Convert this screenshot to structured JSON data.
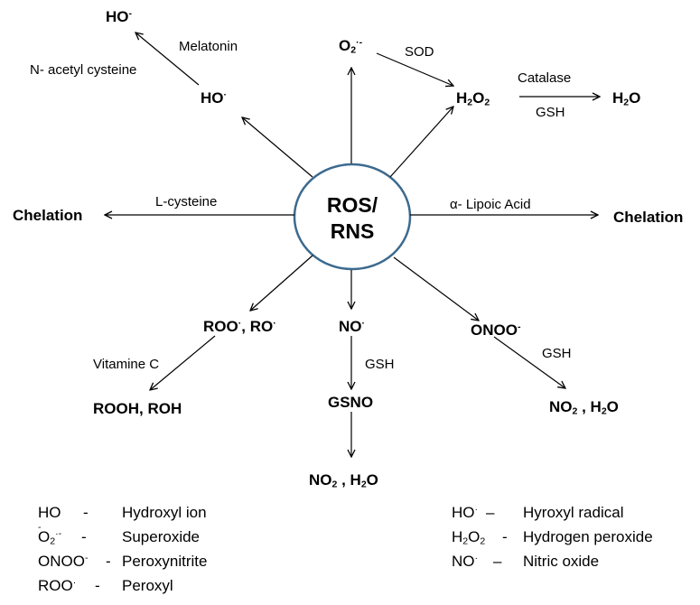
{
  "center": {
    "line1": "ROS/",
    "line2": "RNS",
    "border_color": "#3d6a8e"
  },
  "nodes": {
    "ho_ion": {
      "base": "HO",
      "sup": "-"
    },
    "ho_radical": {
      "base": "HO",
      "sup": "·"
    },
    "superoxide": {
      "base": "O",
      "sub": "2",
      "sup": "·-"
    },
    "h2o2": {
      "pre": "H",
      "sub": "2",
      "post": "O",
      "sub2": "2"
    },
    "h2o": {
      "pre": "H",
      "sub": "2",
      "post": "O"
    },
    "chelation_left": "Chelation",
    "chelation_right": "Chelation",
    "roo_ro": {
      "a": "ROO",
      "a_sup": "·",
      "mid": ", RO",
      "b_sup": "·"
    },
    "rooh_roh": "ROOH, ROH",
    "no": {
      "base": "NO",
      "sup": "·"
    },
    "gsno": "GSNO",
    "no2_h2o_center": {
      "a": "NO",
      "a_sub": "2",
      "mid": " , H",
      "b_sub": "2",
      "post": "O"
    },
    "onoo": {
      "base": "ONOO",
      "sup": "-"
    },
    "no2_h2o_right": {
      "a": "NO",
      "a_sub": "2",
      "mid": " , H",
      "b_sub": "2",
      "post": "O"
    }
  },
  "labels": {
    "melatonin": "Melatonin",
    "n_acetyl_cysteine": "N- acetyl cysteine",
    "sod": "SOD",
    "catalase": "Catalase",
    "gsh_top": "GSH",
    "l_cysteine": "L-cysteine",
    "alpha_lipoic": "α- Lipoic Acid",
    "vitamine_c": "Vitamine  C",
    "gsh_center": "GSH",
    "gsh_right": "GSH"
  },
  "legend": {
    "left": [
      {
        "base": "HO",
        "sup": " - ",
        "sep": "-",
        "name": "Hydroxyl ion"
      },
      {
        "base": "O",
        "sub": "2",
        "sup": "·-",
        "sep": "-",
        "name": "Superoxide"
      },
      {
        "base": "ONOO",
        "sup": "-",
        "sep": "-",
        "name": "Peroxynitrite"
      },
      {
        "base": "ROO",
        "sup": "·",
        "sep": "-",
        "name": "Peroxyl"
      }
    ],
    "right": [
      {
        "base": "HO",
        "sup": "·",
        "sep": "–",
        "name": "Hyroxyl radical"
      },
      {
        "pre": "H",
        "sub": "2",
        "post": "O",
        "sub2": "2",
        "sep": "-",
        "name": "Hydrogen peroxide"
      },
      {
        "base": "NO",
        "sup": "·",
        "sep": "–",
        "name": "Nitric oxide"
      }
    ]
  }
}
